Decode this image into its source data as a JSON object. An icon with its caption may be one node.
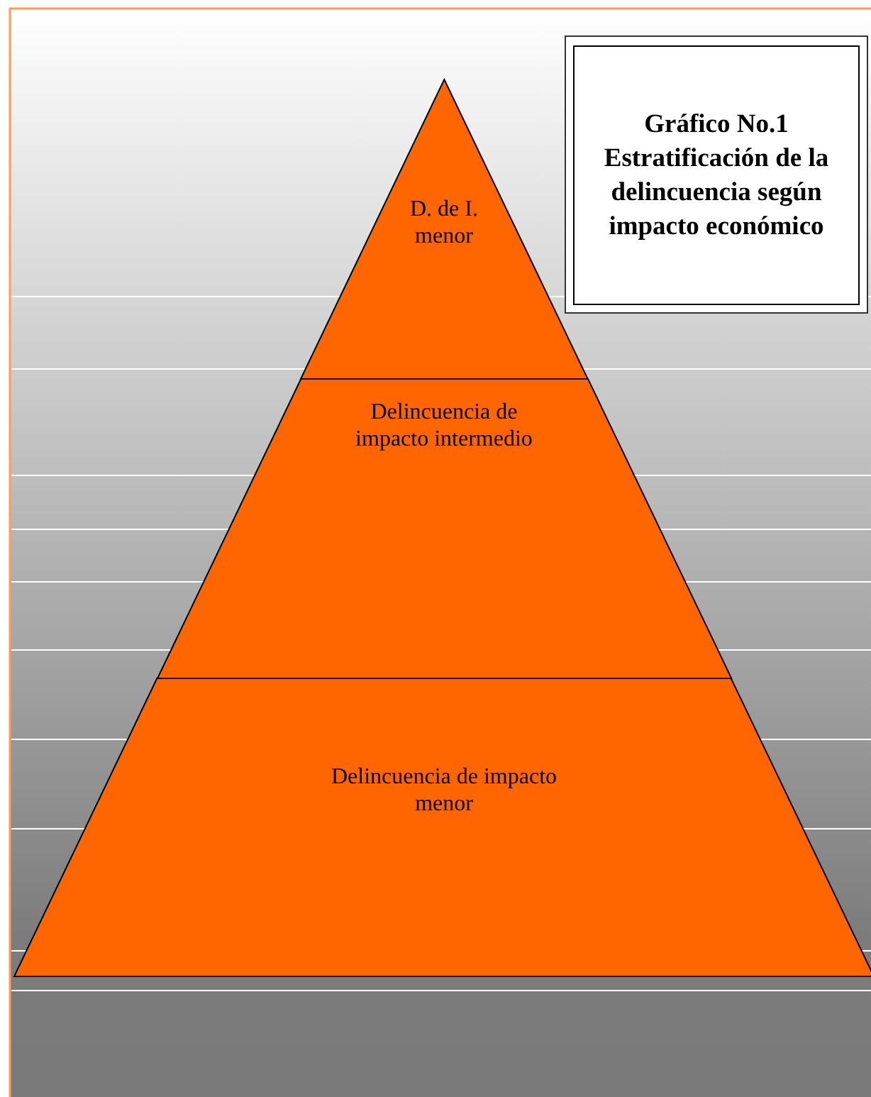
{
  "diagram": {
    "title": "Gráfico No.1 Estratificación de la delincuencia según impacto económico",
    "nodes": [
      {
        "text": [
          "D. de I. menor"
        ]
      },
      {
        "text": [
          "Delincuencia de impacto intermedio"
        ]
      },
      {
        "text": [
          "Delincuencia de impacto menor"
        ]
      }
    ]
  }
}
